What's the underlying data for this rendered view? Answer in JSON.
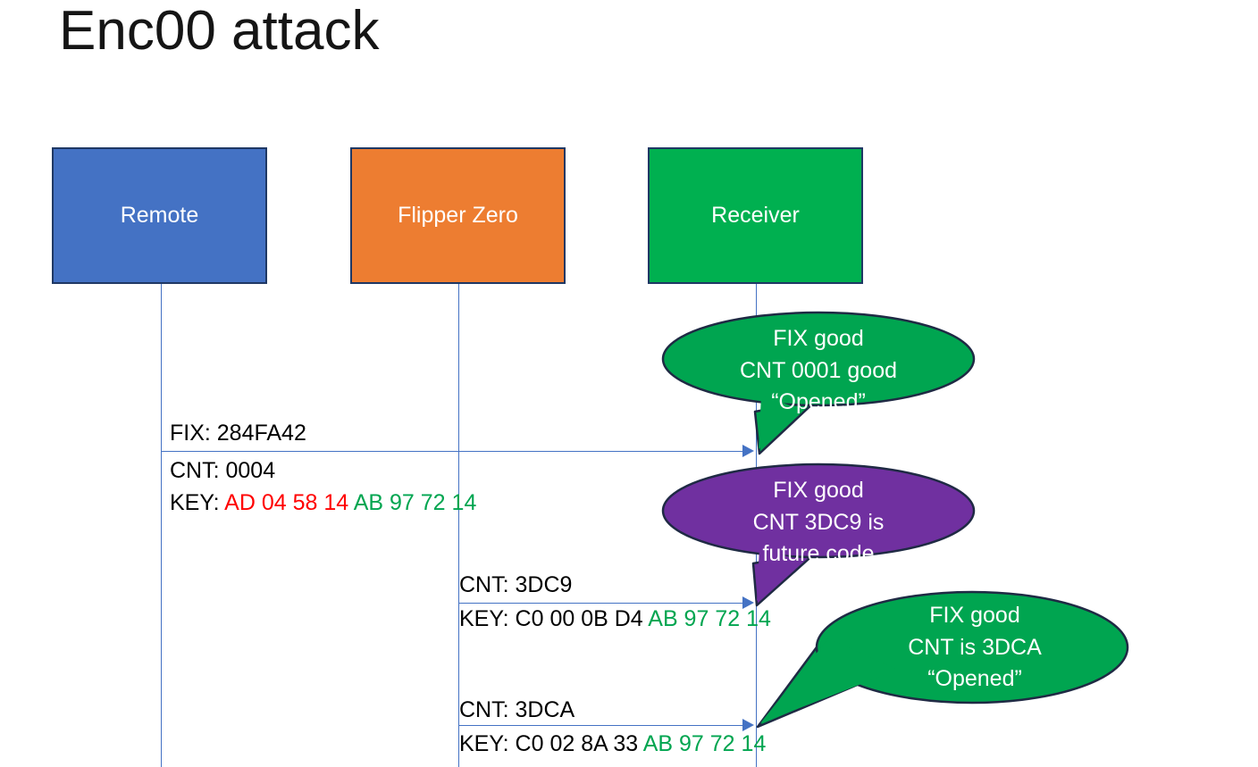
{
  "title": "Enc00 attack",
  "colors": {
    "remote_box": "#4472C4",
    "flipper_box": "#ED7D31",
    "receiver_box": "#00B050",
    "bubble_green": "#00A550",
    "bubble_purple": "#7030A0",
    "lifeline": "#4472C4",
    "key_red": "#FF0000",
    "key_green": "#00A550",
    "box_border": "#1F3864"
  },
  "actors": [
    {
      "id": "remote",
      "label": "Remote"
    },
    {
      "id": "flipper",
      "label": "Flipper Zero"
    },
    {
      "id": "receiver",
      "label": "Receiver"
    }
  ],
  "messages": [
    {
      "id": "msg1",
      "from": "remote",
      "to": "receiver",
      "lines": [
        {
          "id": "fix",
          "text": "FIX: 284FA42"
        },
        {
          "id": "cnt",
          "text": "CNT: 0004"
        }
      ],
      "key": {
        "prefix": "KEY: ",
        "first_half": "AD 04 58 14 ",
        "first_half_color": "red",
        "second_half": "AB 97 72 14",
        "second_half_color": "green"
      }
    },
    {
      "id": "msg2",
      "from": "flipper",
      "to": "receiver",
      "lines": [
        {
          "id": "cnt",
          "text": "CNT: 3DC9"
        }
      ],
      "key": {
        "prefix": "KEY: ",
        "first_half": "C0 00 0B D4 ",
        "first_half_color": "black",
        "second_half": "AB 97 72 14",
        "second_half_color": "green"
      }
    },
    {
      "id": "msg3",
      "from": "flipper",
      "to": "receiver",
      "lines": [
        {
          "id": "cnt",
          "text": "CNT: 3DCA"
        }
      ],
      "key": {
        "prefix": "KEY: ",
        "first_half": "C0 02 8A 33 ",
        "first_half_color": "black",
        "second_half": "AB 97 72 14",
        "second_half_color": "green"
      }
    }
  ],
  "callouts": [
    {
      "id": "callout1",
      "color": "#00A550",
      "lines": [
        "FIX good",
        "CNT 0001 good",
        "“Opened”"
      ]
    },
    {
      "id": "callout2",
      "color": "#7030A0",
      "lines": [
        "FIX good",
        "CNT 3DC9 is",
        "future code"
      ]
    },
    {
      "id": "callout3",
      "color": "#00A550",
      "lines": [
        "FIX good",
        "CNT is 3DCA",
        "“Opened”"
      ]
    }
  ]
}
